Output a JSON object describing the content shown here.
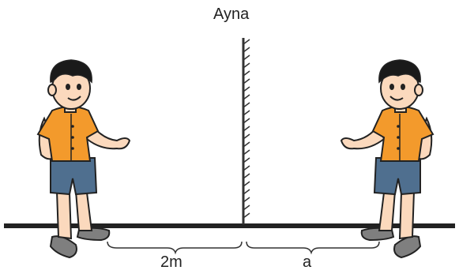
{
  "diagram": {
    "mirror_label": "Ayna",
    "left_distance_label": "2m",
    "right_distance_label": "a"
  },
  "colors": {
    "ground": "#222222",
    "mirror": "#333333",
    "shirt": "#f39a2c",
    "shorts": "#4f6f8f",
    "skin": "#fbd9bd",
    "hair": "#1a1a1a",
    "shoe": "#7f7f7f"
  }
}
